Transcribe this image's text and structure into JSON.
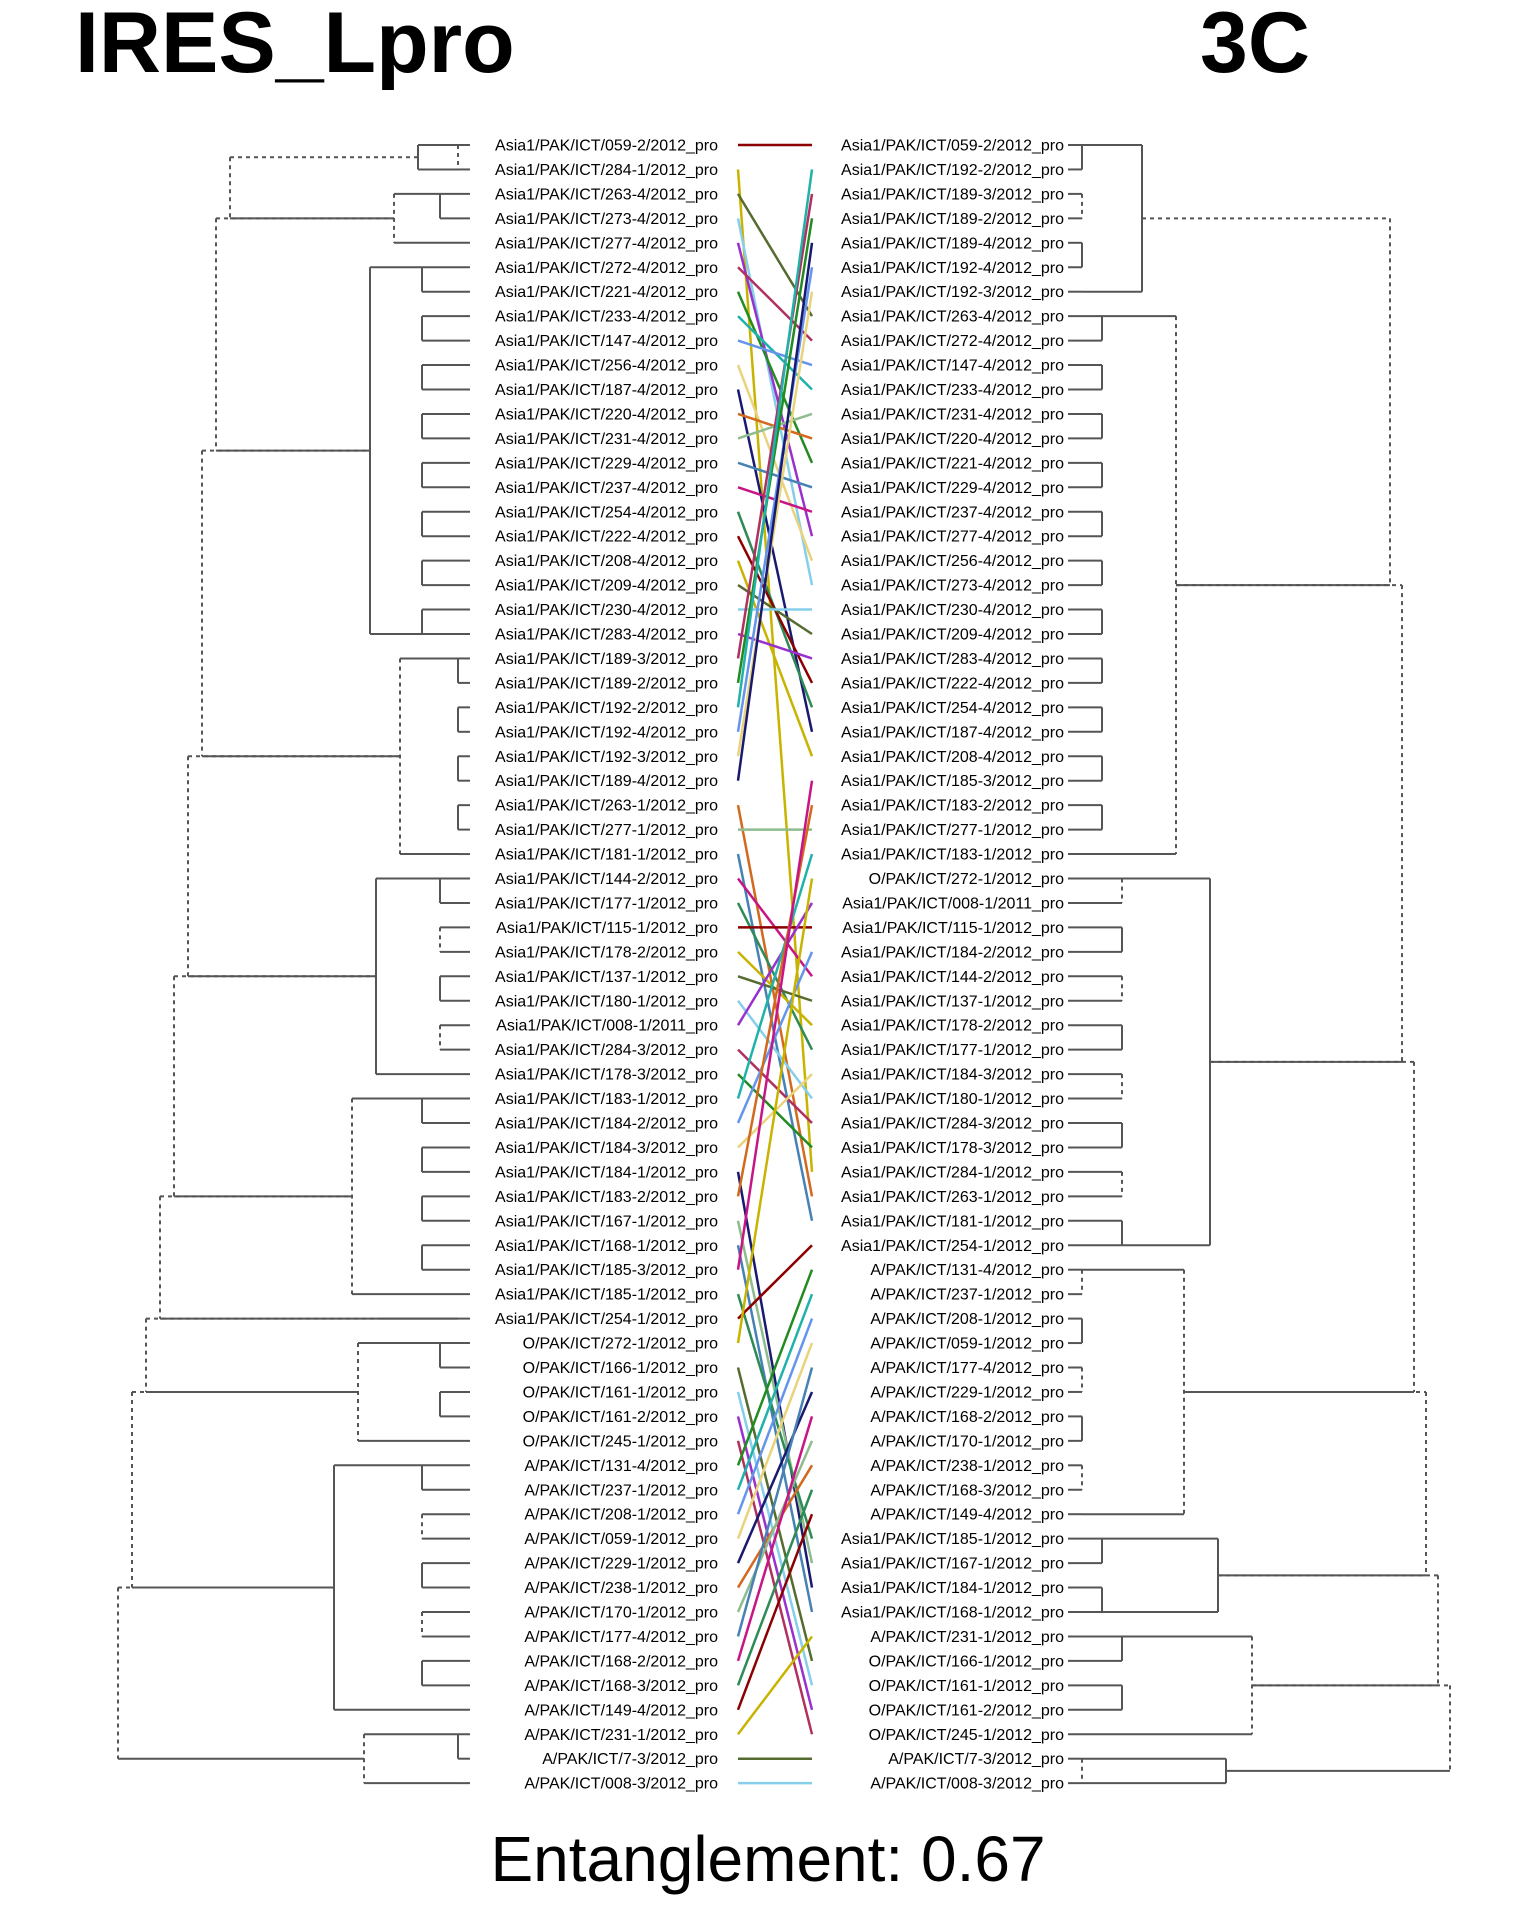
{
  "title_left": "IRES_Lpro",
  "title_right": "3C",
  "caption": "Entanglement: 0.67",
  "left_tips": [
    "Asia1/PAK/ICT/059-2/2012_pro",
    "Asia1/PAK/ICT/284-1/2012_pro",
    "Asia1/PAK/ICT/263-4/2012_pro",
    "Asia1/PAK/ICT/273-4/2012_pro",
    "Asia1/PAK/ICT/277-4/2012_pro",
    "Asia1/PAK/ICT/272-4/2012_pro",
    "Asia1/PAK/ICT/221-4/2012_pro",
    "Asia1/PAK/ICT/233-4/2012_pro",
    "Asia1/PAK/ICT/147-4/2012_pro",
    "Asia1/PAK/ICT/256-4/2012_pro",
    "Asia1/PAK/ICT/187-4/2012_pro",
    "Asia1/PAK/ICT/220-4/2012_pro",
    "Asia1/PAK/ICT/231-4/2012_pro",
    "Asia1/PAK/ICT/229-4/2012_pro",
    "Asia1/PAK/ICT/237-4/2012_pro",
    "Asia1/PAK/ICT/254-4/2012_pro",
    "Asia1/PAK/ICT/222-4/2012_pro",
    "Asia1/PAK/ICT/208-4/2012_pro",
    "Asia1/PAK/ICT/209-4/2012_pro",
    "Asia1/PAK/ICT/230-4/2012_pro",
    "Asia1/PAK/ICT/283-4/2012_pro",
    "Asia1/PAK/ICT/189-3/2012_pro",
    "Asia1/PAK/ICT/189-2/2012_pro",
    "Asia1/PAK/ICT/192-2/2012_pro",
    "Asia1/PAK/ICT/192-4/2012_pro",
    "Asia1/PAK/ICT/192-3/2012_pro",
    "Asia1/PAK/ICT/189-4/2012_pro",
    "Asia1/PAK/ICT/263-1/2012_pro",
    "Asia1/PAK/ICT/277-1/2012_pro",
    "Asia1/PAK/ICT/181-1/2012_pro",
    "Asia1/PAK/ICT/144-2/2012_pro",
    "Asia1/PAK/ICT/177-1/2012_pro",
    "Asia1/PAK/ICT/115-1/2012_pro",
    "Asia1/PAK/ICT/178-2/2012_pro",
    "Asia1/PAK/ICT/137-1/2012_pro",
    "Asia1/PAK/ICT/180-1/2012_pro",
    "Asia1/PAK/ICT/008-1/2011_pro",
    "Asia1/PAK/ICT/284-3/2012_pro",
    "Asia1/PAK/ICT/178-3/2012_pro",
    "Asia1/PAK/ICT/183-1/2012_pro",
    "Asia1/PAK/ICT/184-2/2012_pro",
    "Asia1/PAK/ICT/184-3/2012_pro",
    "Asia1/PAK/ICT/184-1/2012_pro",
    "Asia1/PAK/ICT/183-2/2012_pro",
    "Asia1/PAK/ICT/167-1/2012_pro",
    "Asia1/PAK/ICT/168-1/2012_pro",
    "Asia1/PAK/ICT/185-3/2012_pro",
    "Asia1/PAK/ICT/185-1/2012_pro",
    "Asia1/PAK/ICT/254-1/2012_pro",
    "O/PAK/ICT/272-1/2012_pro",
    "O/PAK/ICT/166-1/2012_pro",
    "O/PAK/ICT/161-1/2012_pro",
    "O/PAK/ICT/161-2/2012_pro",
    "O/PAK/ICT/245-1/2012_pro",
    "A/PAK/ICT/131-4/2012_pro",
    "A/PAK/ICT/237-1/2012_pro",
    "A/PAK/ICT/208-1/2012_pro",
    "A/PAK/ICT/059-1/2012_pro",
    "A/PAK/ICT/229-1/2012_pro",
    "A/PAK/ICT/238-1/2012_pro",
    "A/PAK/ICT/170-1/2012_pro",
    "A/PAK/ICT/177-4/2012_pro",
    "A/PAK/ICT/168-2/2012_pro",
    "A/PAK/ICT/168-3/2012_pro",
    "A/PAK/ICT/149-4/2012_pro",
    "A/PAK/ICT/231-1/2012_pro",
    "A/PAK/ICT/7-3/2012_pro",
    "A/PAK/ICT/008-3/2012_pro"
  ],
  "right_tips": [
    "Asia1/PAK/ICT/059-2/2012_pro",
    "Asia1/PAK/ICT/192-2/2012_pro",
    "Asia1/PAK/ICT/189-3/2012_pro",
    "Asia1/PAK/ICT/189-2/2012_pro",
    "Asia1/PAK/ICT/189-4/2012_pro",
    "Asia1/PAK/ICT/192-4/2012_pro",
    "Asia1/PAK/ICT/192-3/2012_pro",
    "Asia1/PAK/ICT/263-4/2012_pro",
    "Asia1/PAK/ICT/272-4/2012_pro",
    "Asia1/PAK/ICT/147-4/2012_pro",
    "Asia1/PAK/ICT/233-4/2012_pro",
    "Asia1/PAK/ICT/231-4/2012_pro",
    "Asia1/PAK/ICT/220-4/2012_pro",
    "Asia1/PAK/ICT/221-4/2012_pro",
    "Asia1/PAK/ICT/229-4/2012_pro",
    "Asia1/PAK/ICT/237-4/2012_pro",
    "Asia1/PAK/ICT/277-4/2012_pro",
    "Asia1/PAK/ICT/256-4/2012_pro",
    "Asia1/PAK/ICT/273-4/2012_pro",
    "Asia1/PAK/ICT/230-4/2012_pro",
    "Asia1/PAK/ICT/209-4/2012_pro",
    "Asia1/PAK/ICT/283-4/2012_pro",
    "Asia1/PAK/ICT/222-4/2012_pro",
    "Asia1/PAK/ICT/254-4/2012_pro",
    "Asia1/PAK/ICT/187-4/2012_pro",
    "Asia1/PAK/ICT/208-4/2012_pro",
    "Asia1/PAK/ICT/185-3/2012_pro",
    "Asia1/PAK/ICT/183-2/2012_pro",
    "Asia1/PAK/ICT/277-1/2012_pro",
    "Asia1/PAK/ICT/183-1/2012_pro",
    "O/PAK/ICT/272-1/2012_pro",
    "Asia1/PAK/ICT/008-1/2011_pro",
    "Asia1/PAK/ICT/115-1/2012_pro",
    "Asia1/PAK/ICT/184-2/2012_pro",
    "Asia1/PAK/ICT/144-2/2012_pro",
    "Asia1/PAK/ICT/137-1/2012_pro",
    "Asia1/PAK/ICT/178-2/2012_pro",
    "Asia1/PAK/ICT/177-1/2012_pro",
    "Asia1/PAK/ICT/184-3/2012_pro",
    "Asia1/PAK/ICT/180-1/2012_pro",
    "Asia1/PAK/ICT/284-3/2012_pro",
    "Asia1/PAK/ICT/178-3/2012_pro",
    "Asia1/PAK/ICT/284-1/2012_pro",
    "Asia1/PAK/ICT/263-1/2012_pro",
    "Asia1/PAK/ICT/181-1/2012_pro",
    "Asia1/PAK/ICT/254-1/2012_pro",
    "A/PAK/ICT/131-4/2012_pro",
    "A/PAK/ICT/237-1/2012_pro",
    "A/PAK/ICT/208-1/2012_pro",
    "A/PAK/ICT/059-1/2012_pro",
    "A/PAK/ICT/177-4/2012_pro",
    "A/PAK/ICT/229-1/2012_pro",
    "A/PAK/ICT/168-2/2012_pro",
    "A/PAK/ICT/170-1/2012_pro",
    "A/PAK/ICT/238-1/2012_pro",
    "A/PAK/ICT/168-3/2012_pro",
    "A/PAK/ICT/149-4/2012_pro",
    "Asia1/PAK/ICT/185-1/2012_pro",
    "Asia1/PAK/ICT/167-1/2012_pro",
    "Asia1/PAK/ICT/184-1/2012_pro",
    "Asia1/PAK/ICT/168-1/2012_pro",
    "A/PAK/ICT/231-1/2012_pro",
    "O/PAK/ICT/166-1/2012_pro",
    "O/PAK/ICT/161-1/2012_pro",
    "O/PAK/ICT/161-2/2012_pro",
    "O/PAK/ICT/245-1/2012_pro",
    "A/PAK/ICT/7-3/2012_pro",
    "A/PAK/ICT/008-3/2012_pro"
  ],
  "palette": [
    "#8b0000",
    "#c8b400",
    "#556b2f",
    "#87ceeb",
    "#9932cc",
    "#b03060",
    "#228b22",
    "#20b2aa",
    "#6495ed",
    "#e9d37c",
    "#191970",
    "#d2691e",
    "#8fbc8f",
    "#4682b4",
    "#c71585",
    "#2e8b57"
  ]
}
